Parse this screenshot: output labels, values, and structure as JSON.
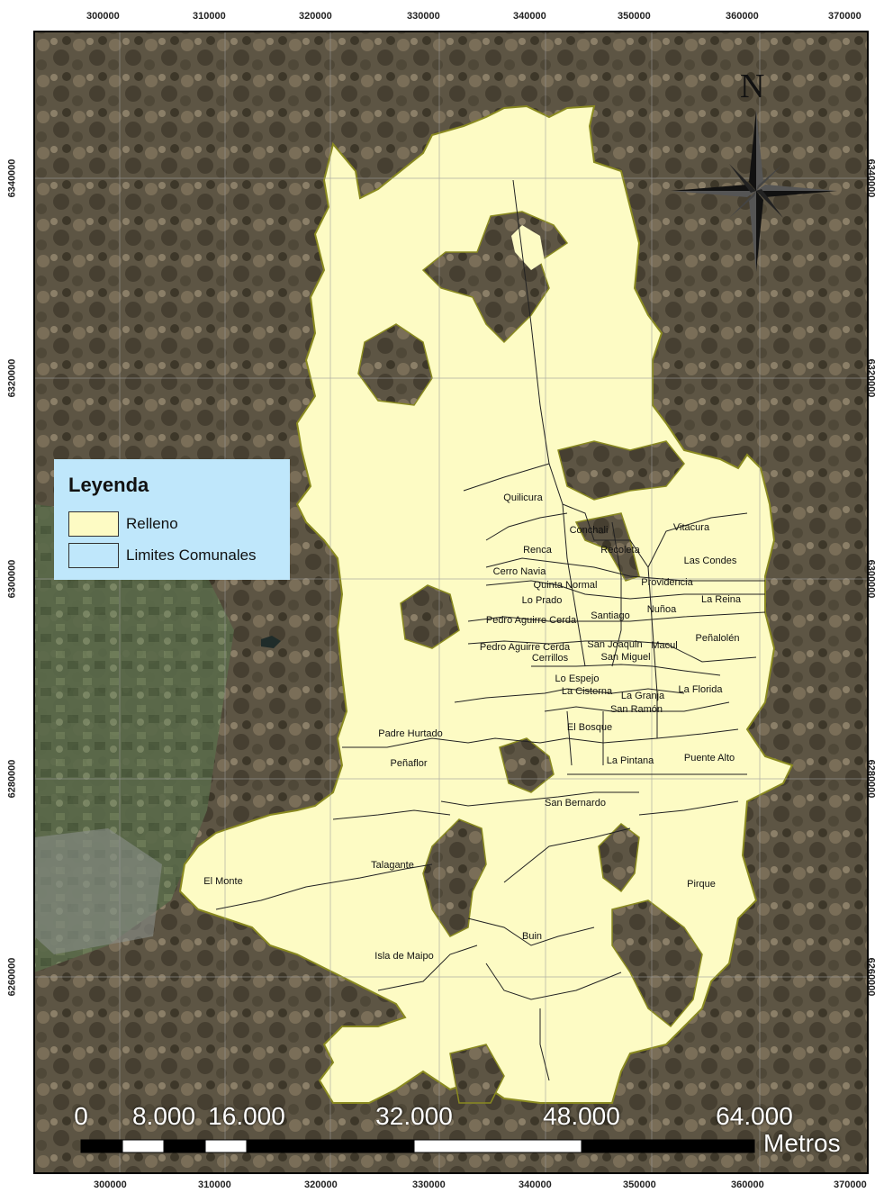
{
  "map": {
    "legend": {
      "title": "Leyenda",
      "items": [
        {
          "label": "Relleno",
          "color": "#fdfbc4"
        },
        {
          "label": "Limites Comunales",
          "color": "#bfe7fb"
        }
      ]
    },
    "north_arrow_label": "N",
    "x_coords_top": [
      "300000",
      "310000",
      "320000",
      "330000",
      "340000",
      "350000",
      "360000",
      "370000"
    ],
    "x_coords_bottom": [
      "300000",
      "310000",
      "320000",
      "330000",
      "340000",
      "350000",
      "360000",
      "370000"
    ],
    "y_coords_left": [
      "6340000",
      "6320000",
      "6300000",
      "6280000",
      "6260000"
    ],
    "y_coords_right": [
      "6340000",
      "6320000",
      "6300000",
      "6280000",
      "6260000"
    ],
    "scale_bar": {
      "labels": [
        "0",
        "8.000",
        "16.000",
        "32.000",
        "48.000",
        "64.000"
      ],
      "units": "Metros"
    },
    "communes": [
      "Quilicura",
      "Conchali",
      "Vitacura",
      "Renca",
      "Recoleta",
      "Las Condes",
      "Cerro Navia",
      "Providencia",
      "Quinta Normal",
      "Lo Prado",
      "La Reina",
      "Nuñoa",
      "Pedro Aguirre Cerda",
      "Santiago",
      "Peñalolén",
      "Pedro Aguirre Cerda",
      "San Joaquin",
      "Macul",
      "Cerrillos",
      "San Miguel",
      "Lo Espejo",
      "La Cisterna",
      "La Florida",
      "La Granja",
      "San Ramón",
      "El Bosque",
      "Padre Hurtado",
      "Puente Alto",
      "Peñaflor",
      "La Pintana",
      "San Bernardo",
      "El Monte",
      "Talagante",
      "Pirque",
      "Buin",
      "Isla de Maipo"
    ],
    "colors": {
      "fill": "#fdfbc4",
      "fill_border": "#8a8a20",
      "legend_bg": "#bfe7fb",
      "terrain_dark": "#4a4535",
      "terrain_mid": "#6e6450"
    }
  }
}
